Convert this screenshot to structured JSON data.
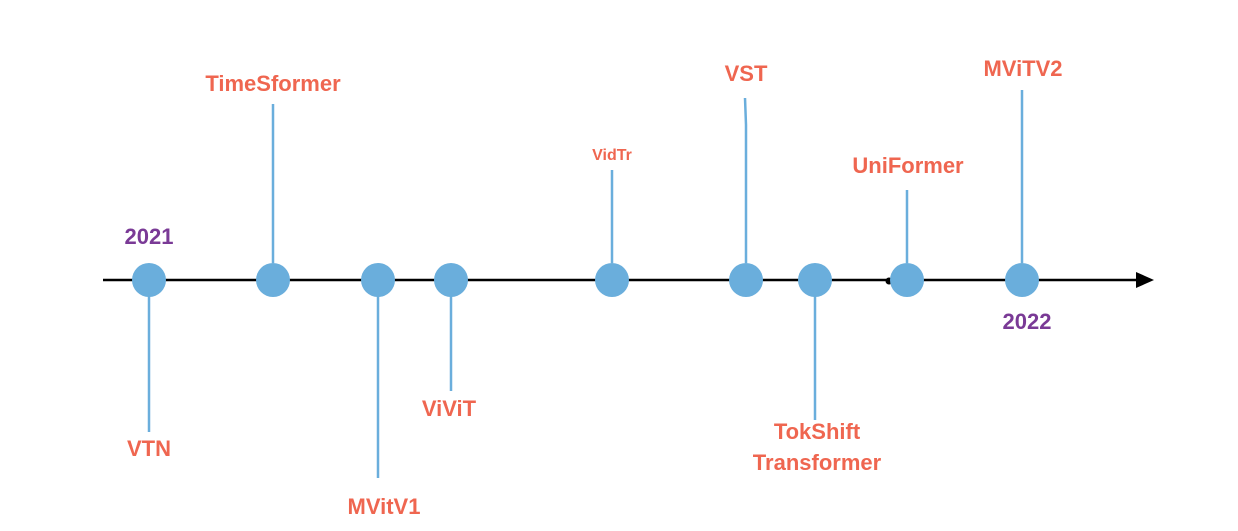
{
  "colors": {
    "axis": "#000000",
    "node": "#6aaedc",
    "connector": "#6aaedc",
    "model_label": "#ef6650",
    "year_label": "#7a3a96"
  },
  "years": {
    "start": "2021",
    "end": "2022"
  },
  "models": [
    {
      "name": "VTN",
      "side": "below"
    },
    {
      "name": "TimeSformer",
      "side": "above"
    },
    {
      "name": "MVitV1",
      "side": "below"
    },
    {
      "name": "ViViT",
      "side": "below"
    },
    {
      "name": "VidTr",
      "side": "above"
    },
    {
      "name": "VST",
      "side": "above"
    },
    {
      "name": "TokShift\nTransformer",
      "side": "below"
    },
    {
      "name": "UniFormer",
      "side": "above"
    },
    {
      "name": "MViTV2",
      "side": "above"
    }
  ]
}
